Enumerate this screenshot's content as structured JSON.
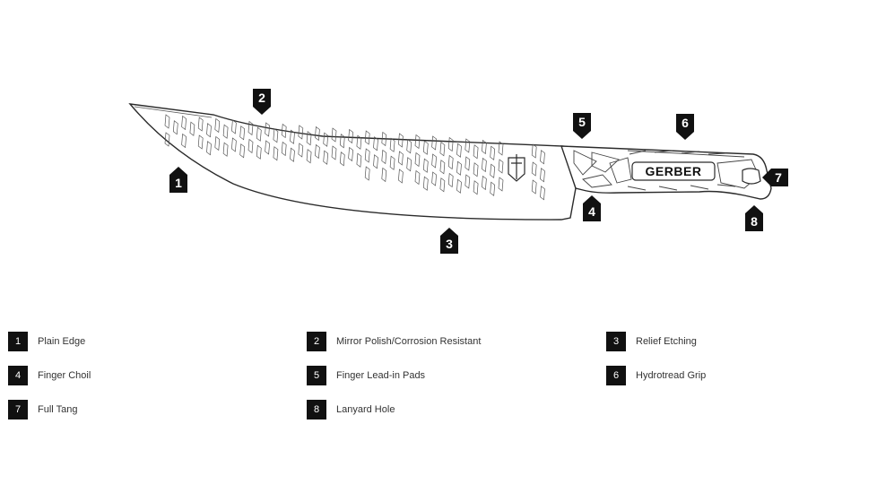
{
  "diagram": {
    "brand_text": "GERBER",
    "callouts": [
      "1",
      "2",
      "3",
      "4",
      "5",
      "6",
      "7",
      "8"
    ]
  },
  "legend": [
    {
      "num": "1",
      "label": "Plain Edge"
    },
    {
      "num": "2",
      "label": "Mirror Polish/Corrosion Resistant"
    },
    {
      "num": "3",
      "label": "Relief Etching"
    },
    {
      "num": "4",
      "label": "Finger Choil"
    },
    {
      "num": "5",
      "label": "Finger Lead-in Pads"
    },
    {
      "num": "6",
      "label": "Hydrotread Grip"
    },
    {
      "num": "7",
      "label": "Full Tang"
    },
    {
      "num": "8",
      "label": "Lanyard Hole"
    }
  ],
  "colors": {
    "outline": "#2b2b2b",
    "badge": "#111111",
    "badge_text": "#ffffff",
    "legend_text": "#333333"
  }
}
